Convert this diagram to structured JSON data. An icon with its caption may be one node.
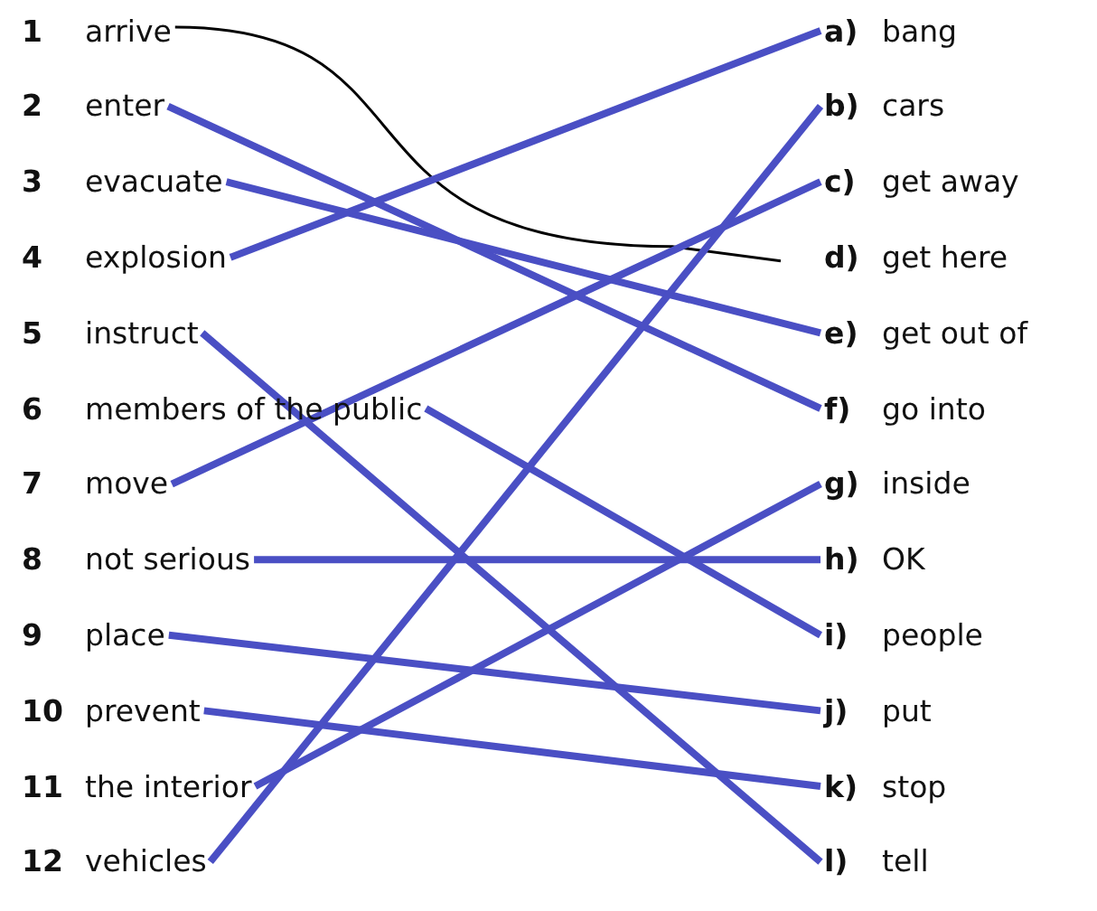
{
  "diagram": {
    "nodes": [
      {
        "text": [
          "1",
          "arrive"
        ]
      },
      {
        "text": [
          "2",
          "enter"
        ]
      },
      {
        "text": [
          "3",
          "evacuate"
        ]
      },
      {
        "text": [
          "4",
          "explosion"
        ]
      },
      {
        "text": [
          "5",
          "instruct"
        ]
      },
      {
        "text": [
          "6",
          "members of the public"
        ]
      },
      {
        "text": [
          "7",
          "move"
        ]
      },
      {
        "text": [
          "8",
          "not serious"
        ]
      },
      {
        "text": [
          "9",
          "place"
        ]
      },
      {
        "text": [
          "10",
          "prevent"
        ]
      },
      {
        "text": [
          "11",
          "the interior"
        ]
      },
      {
        "text": [
          "12",
          "vehicles"
        ]
      },
      {
        "text": [
          "a)",
          "bang"
        ]
      },
      {
        "text": [
          "b)",
          "cars"
        ]
      },
      {
        "text": [
          "c)",
          "get away"
        ]
      },
      {
        "text": [
          "d)",
          "get here"
        ]
      },
      {
        "text": [
          "e)",
          "get out of"
        ]
      },
      {
        "text": [
          "f)",
          "go into"
        ]
      },
      {
        "text": [
          "g)",
          "inside"
        ]
      },
      {
        "text": [
          "h)",
          "OK"
        ]
      },
      {
        "text": [
          "i)",
          "people"
        ]
      },
      {
        "text": [
          "j)",
          "put"
        ]
      },
      {
        "text": [
          "k)",
          "stop"
        ]
      },
      {
        "text": [
          "l)",
          "tell"
        ]
      }
    ],
    "edges": [
      {
        "from": 0,
        "to": 15,
        "arrow": "none",
        "color": "#000000"
      },
      {
        "from": 1,
        "to": 17,
        "arrow": "none"
      },
      {
        "from": 2,
        "to": 16,
        "arrow": "none"
      },
      {
        "from": 3,
        "to": 12,
        "arrow": "none"
      },
      {
        "from": 4,
        "to": 23,
        "arrow": "none"
      },
      {
        "from": 5,
        "to": 20,
        "arrow": "none"
      },
      {
        "from": 6,
        "to": 14,
        "arrow": "none"
      },
      {
        "from": 7,
        "to": 19,
        "arrow": "none"
      },
      {
        "from": 8,
        "to": 21,
        "arrow": "none"
      },
      {
        "from": 9,
        "to": 22,
        "arrow": "none"
      },
      {
        "from": 10,
        "to": 18,
        "arrow": "none"
      },
      {
        "from": 11,
        "to": 13,
        "arrow": "none"
      }
    ]
  }
}
